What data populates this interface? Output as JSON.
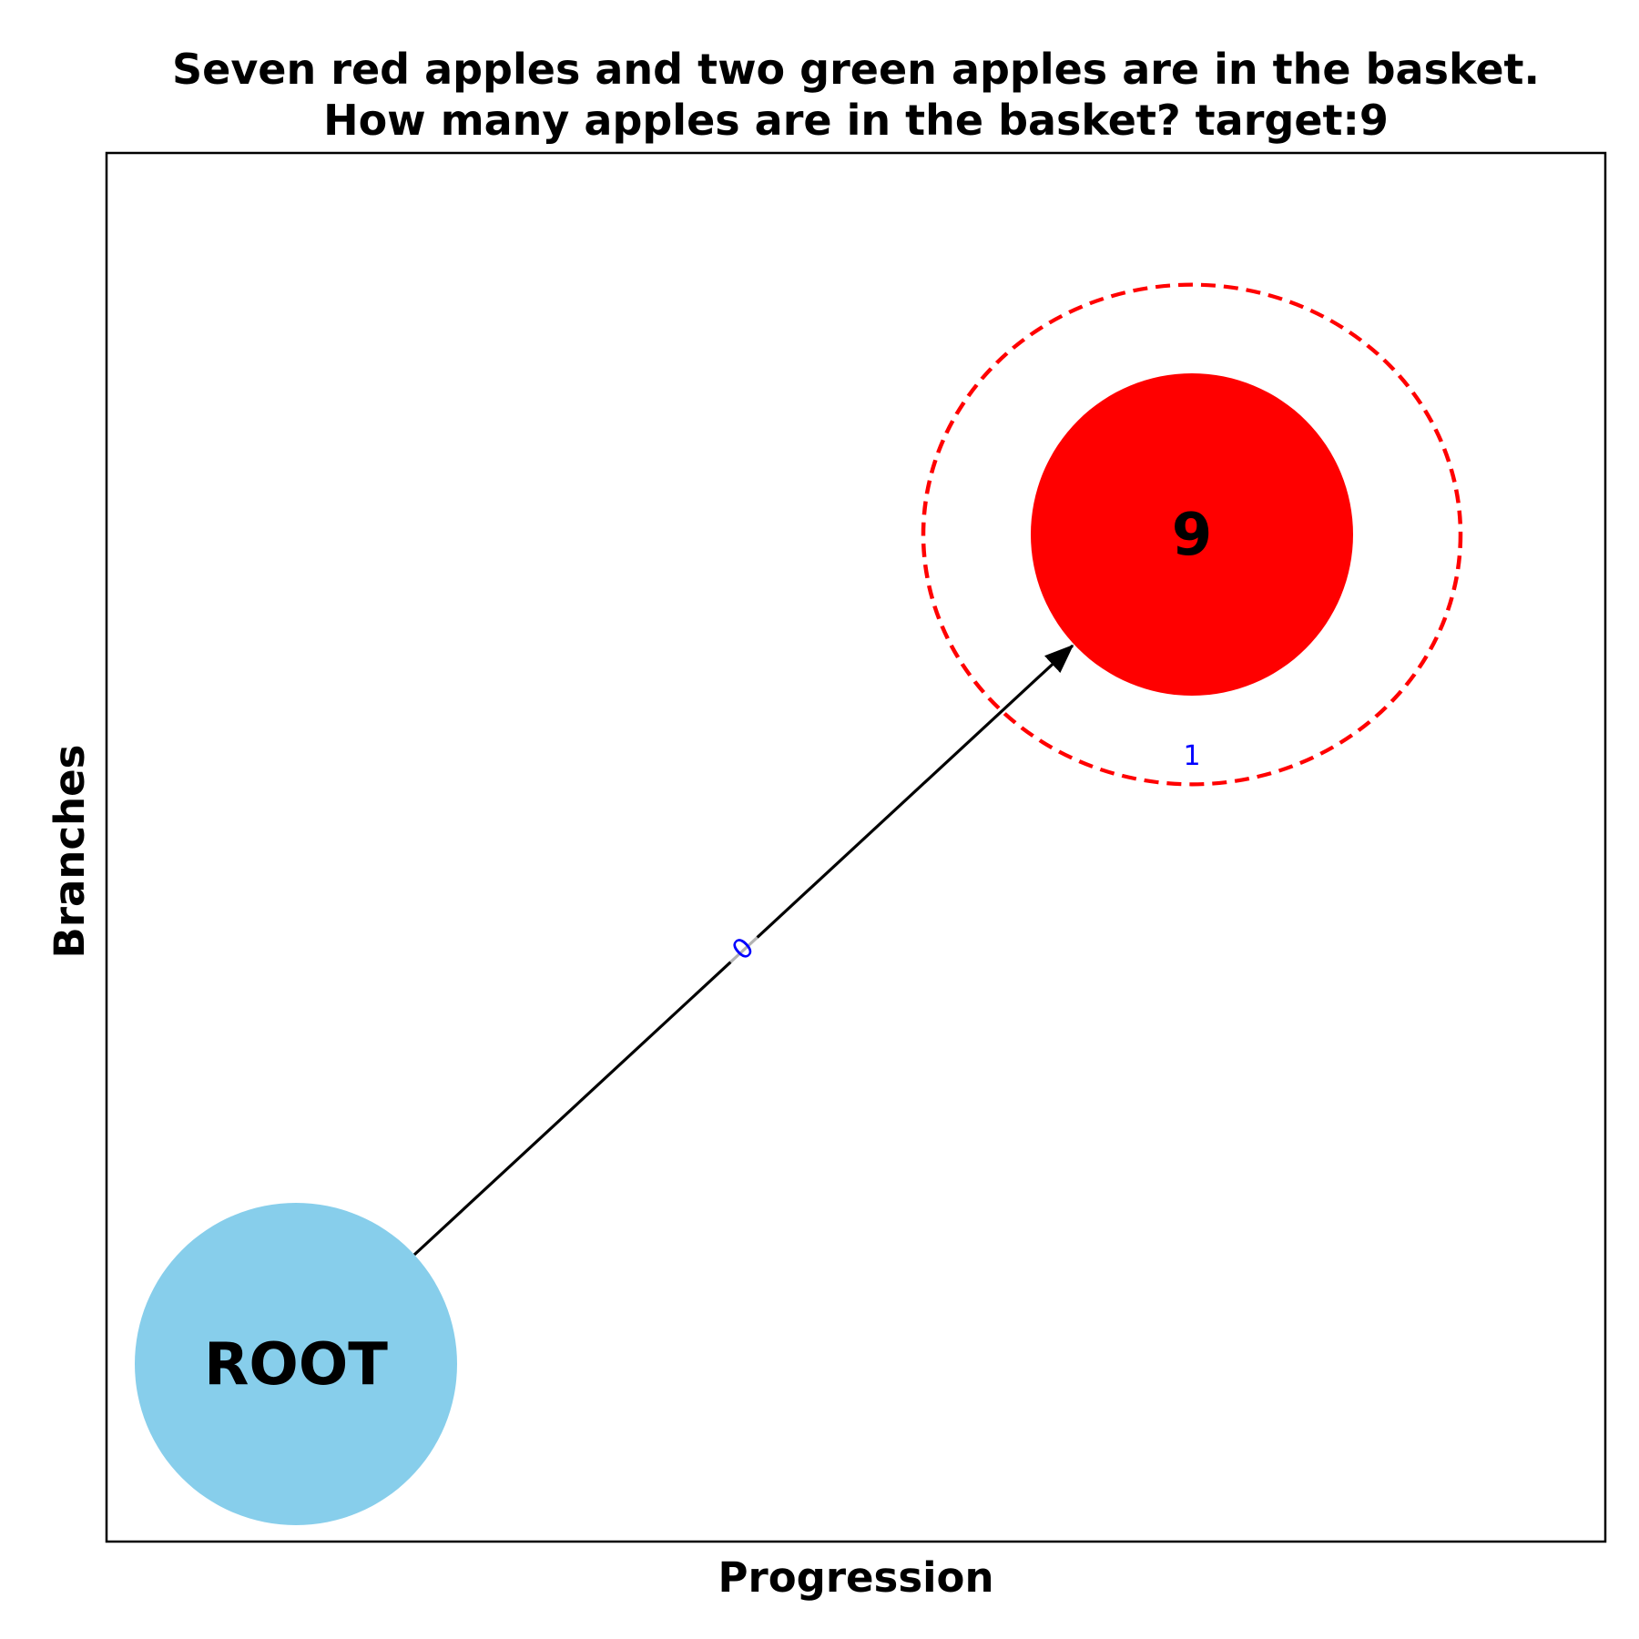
{
  "title": {
    "line1": "Seven red apples and two green apples are in the basket.",
    "line2": "How many apples are in the basket? target:9"
  },
  "axes": {
    "xlabel": "Progression",
    "ylabel": "Branches"
  },
  "nodes": [
    {
      "id": "root",
      "label": "ROOT",
      "fill": "#87CEEB",
      "role": "root"
    },
    {
      "id": "n9",
      "label": "9",
      "fill": "#FF0000",
      "role": "target",
      "highlight_ring_color": "#FF0000",
      "ring_style": "dashed"
    }
  ],
  "edges": [
    {
      "from": "root",
      "to": "n9",
      "label": "0"
    }
  ],
  "annotations": {
    "ring_label": "1"
  },
  "colors": {
    "edge": "#000000",
    "edge_label": "#0000FF",
    "frame": "#000000"
  }
}
